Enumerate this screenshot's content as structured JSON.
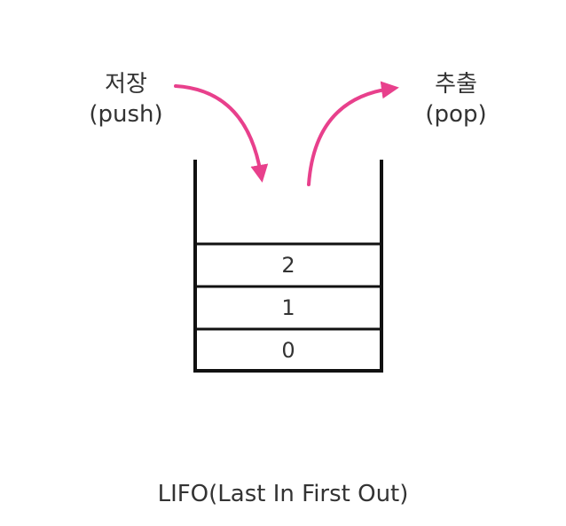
{
  "push": {
    "korean": "저장",
    "english": "(push)"
  },
  "pop": {
    "korean": "추출",
    "english": "(pop)"
  },
  "stack": {
    "items": [
      "2",
      "1",
      "0"
    ]
  },
  "caption": "LIFO(Last In First Out)",
  "colors": {
    "arrow": "#e8408c",
    "outline": "#111111",
    "text": "#333333"
  }
}
